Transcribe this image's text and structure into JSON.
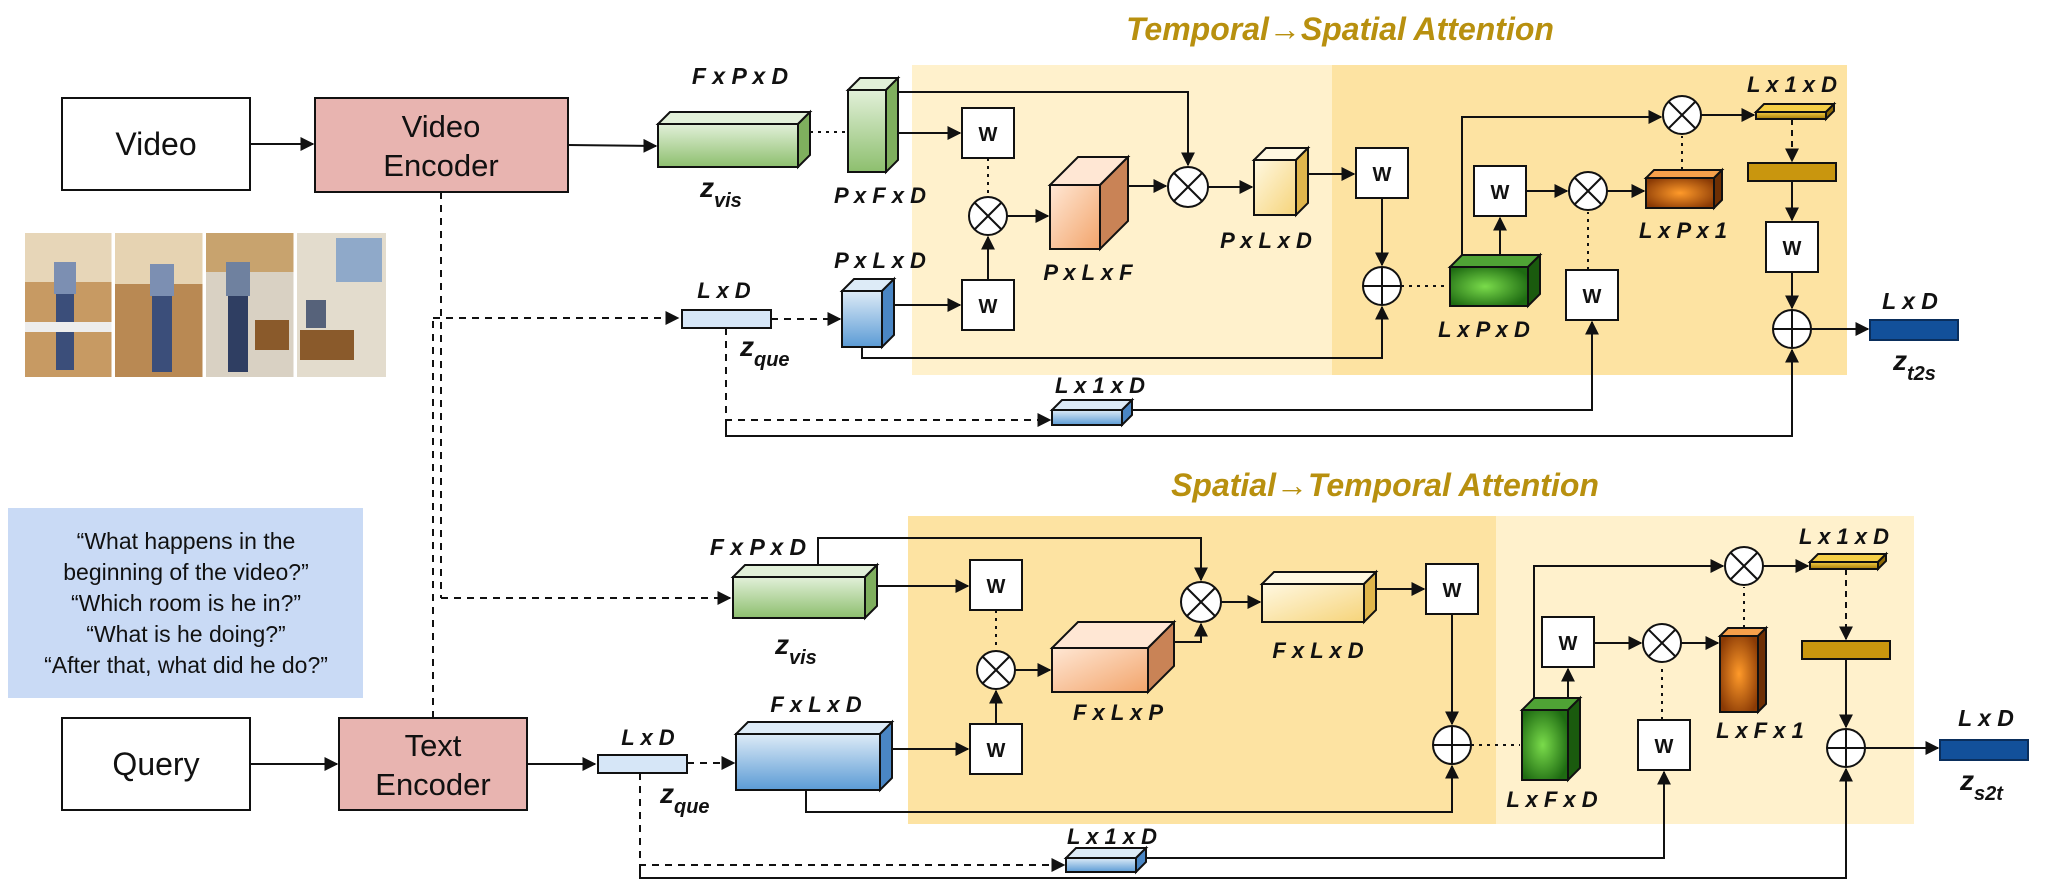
{
  "colors": {
    "attention_title": "#B8900F",
    "panel_light": "#FFF1CC",
    "panel_dark": "#FDE3A2",
    "encoder_fill": "#E8B4B0",
    "query_box_fill": "#C9DAF5",
    "visual_green": "#A8D08D",
    "query_blue": "#9DC3E6"
  },
  "inputs": {
    "video_label": "Video",
    "query_label": "Query",
    "video_encoder": [
      "Video",
      "Encoder"
    ],
    "text_encoder": [
      "Text",
      "Encoder"
    ],
    "questions": [
      "“What happens in the",
      "beginning of the video?”",
      "“Which room is he in?”",
      "“What is he doing?”",
      "“After that, what did he do?”"
    ]
  },
  "branches": {
    "t2s": {
      "title": "Temporal→Spatial Attention",
      "dims": {
        "zvis": "F x P x D",
        "zvis_t": "P x F x D",
        "zque_in": "L x D",
        "zque_t": "P x L x D",
        "attn": "P x L x F",
        "weighted": "P x L x D",
        "fused": "L x P x D",
        "score": "L x P x 1",
        "pooled": "L x 1 x D",
        "side": "L x 1 x D",
        "out": "L x D"
      },
      "zvis_sym": "z",
      "zvis_sub": "vis",
      "zque_sym": "z",
      "zque_sub": "que",
      "out_sym": "z",
      "out_sub": "t2s"
    },
    "s2t": {
      "title": "Spatial→Temporal Attention",
      "dims": {
        "zvis": "F x P x D",
        "zque_in": "L x D",
        "zque_t": "F x L x D",
        "attn": "F x L x P",
        "weighted": "F x L x D",
        "fused": "L x F x D",
        "score": "L x F x 1",
        "pooled": "L x 1 x D",
        "side": "L x 1 x D",
        "out": "L x D"
      },
      "zvis_sym": "z",
      "zvis_sub": "vis",
      "zque_sym": "z",
      "zque_sub": "que",
      "out_sym": "z",
      "out_sub": "s2t"
    }
  },
  "weight_label": "W"
}
